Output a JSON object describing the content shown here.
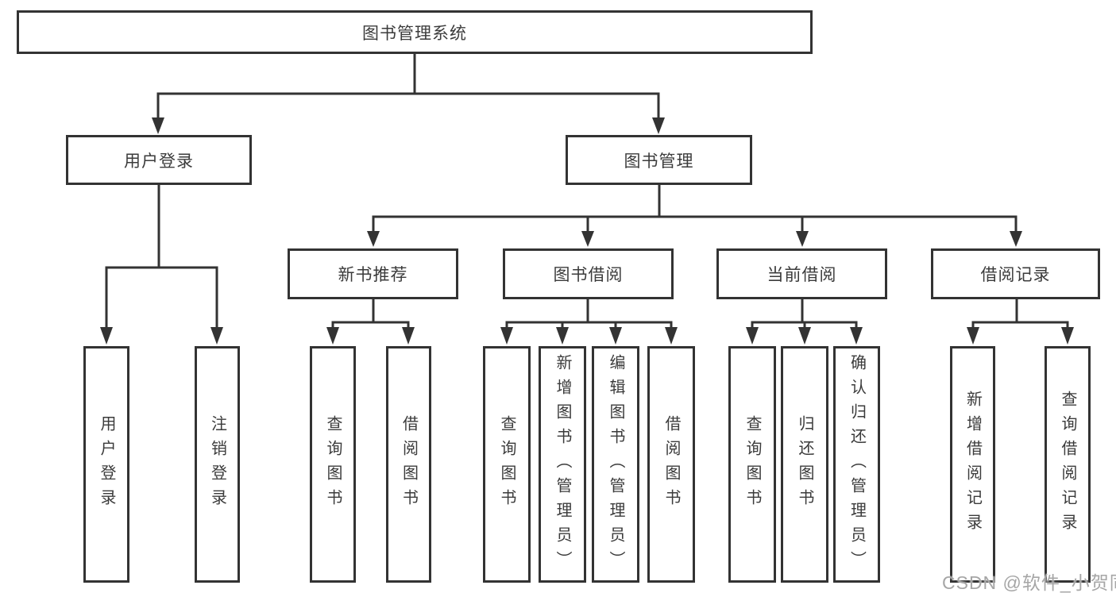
{
  "diagram": {
    "root": {
      "label": "图书管理系统"
    },
    "user_login": {
      "label": "用户登录",
      "children": [
        {
          "label": "用户登录"
        },
        {
          "label": "注销登录"
        }
      ]
    },
    "book_management": {
      "label": "图书管理",
      "sections": [
        {
          "label": "新书推荐",
          "children": [
            {
              "label": "查询图书"
            },
            {
              "label": "借阅图书"
            }
          ]
        },
        {
          "label": "图书借阅",
          "children": [
            {
              "label": "查询图书"
            },
            {
              "label": "新增图书（管理员）"
            },
            {
              "label": "编辑图书（管理员）"
            },
            {
              "label": "借阅图书"
            }
          ]
        },
        {
          "label": "当前借阅",
          "children": [
            {
              "label": "查询图书"
            },
            {
              "label": "归还图书"
            },
            {
              "label": "确认归还（管理员）"
            }
          ]
        },
        {
          "label": "借阅记录",
          "children": [
            {
              "label": "新增借阅记录"
            },
            {
              "label": "查询借阅记录"
            }
          ]
        }
      ]
    }
  },
  "watermark": "CSDN @软件_小贺同学",
  "colors": {
    "line": "#333333",
    "text": "#3b3b3b",
    "box_fill": "#ffffff",
    "watermark": "#a6a6a6",
    "background": "#ffffff"
  }
}
